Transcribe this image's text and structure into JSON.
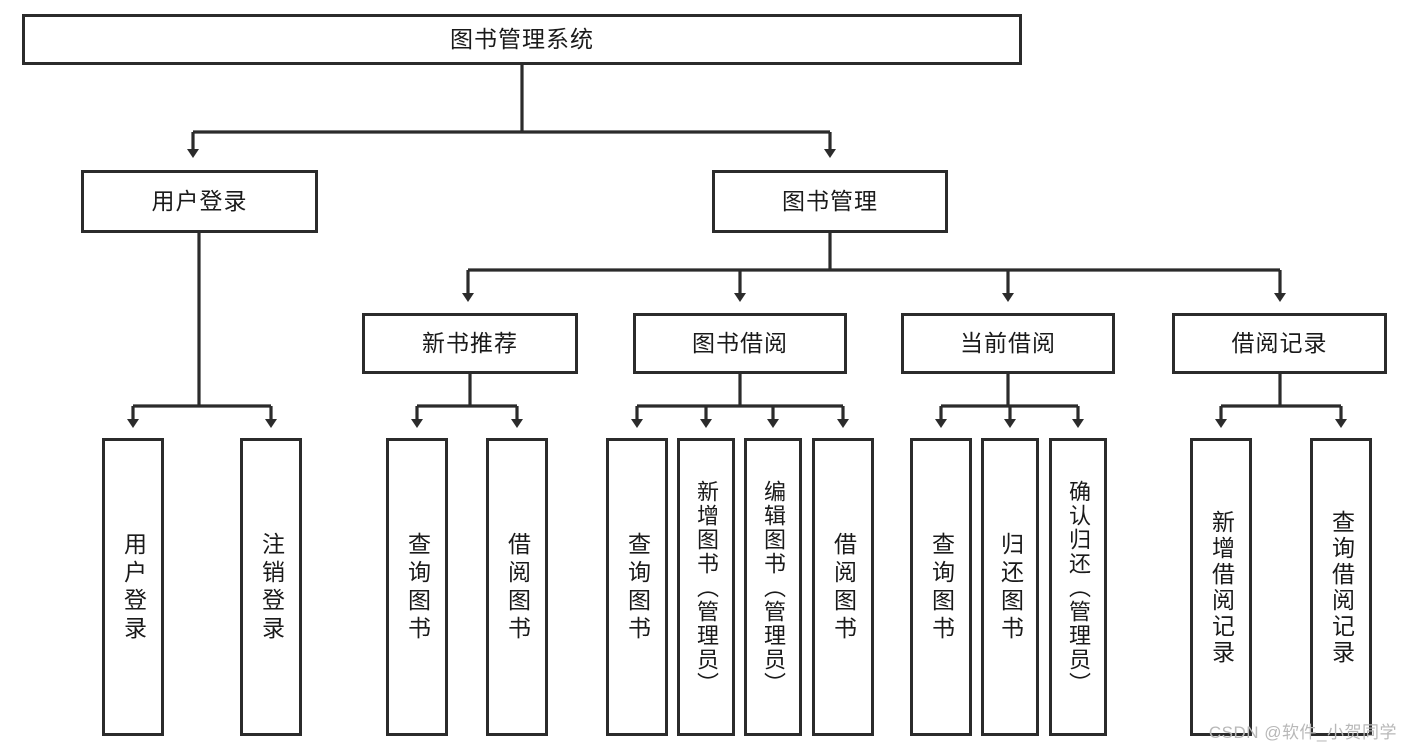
{
  "diagram": {
    "type": "tree-hierarchy-chart",
    "title": "图书管理系统",
    "orientation": "top-down",
    "line_color": "#2b2b2b",
    "box_fill": "#ffffff",
    "text_color": "#1a1a1a"
  },
  "root": {
    "label": "图书管理系统"
  },
  "level2": [
    {
      "label": "用户登录"
    },
    {
      "label": "图书管理"
    }
  ],
  "level3": [
    {
      "label": "新书推荐"
    },
    {
      "label": "图书借阅"
    },
    {
      "label": "当前借阅"
    },
    {
      "label": "借阅记录"
    }
  ],
  "leaves": {
    "user_login": [
      {
        "label": "用户登录"
      },
      {
        "label": "注销登录"
      }
    ],
    "new_book_recommend": [
      {
        "label": "查询图书"
      },
      {
        "label": "借阅图书"
      }
    ],
    "book_borrow": [
      {
        "label": "查询图书"
      },
      {
        "label": "新增图书（管理员）"
      },
      {
        "label": "编辑图书（管理员）"
      },
      {
        "label": "借阅图书"
      }
    ],
    "current_borrow": [
      {
        "label": "查询图书"
      },
      {
        "label": "归还图书"
      },
      {
        "label": "确认归还（管理员）"
      }
    ],
    "borrow_record": [
      {
        "label": "新增借阅记录"
      },
      {
        "label": "查询借阅记录"
      }
    ]
  },
  "watermark": {
    "text": "CSDN @软件_小贺同学"
  }
}
